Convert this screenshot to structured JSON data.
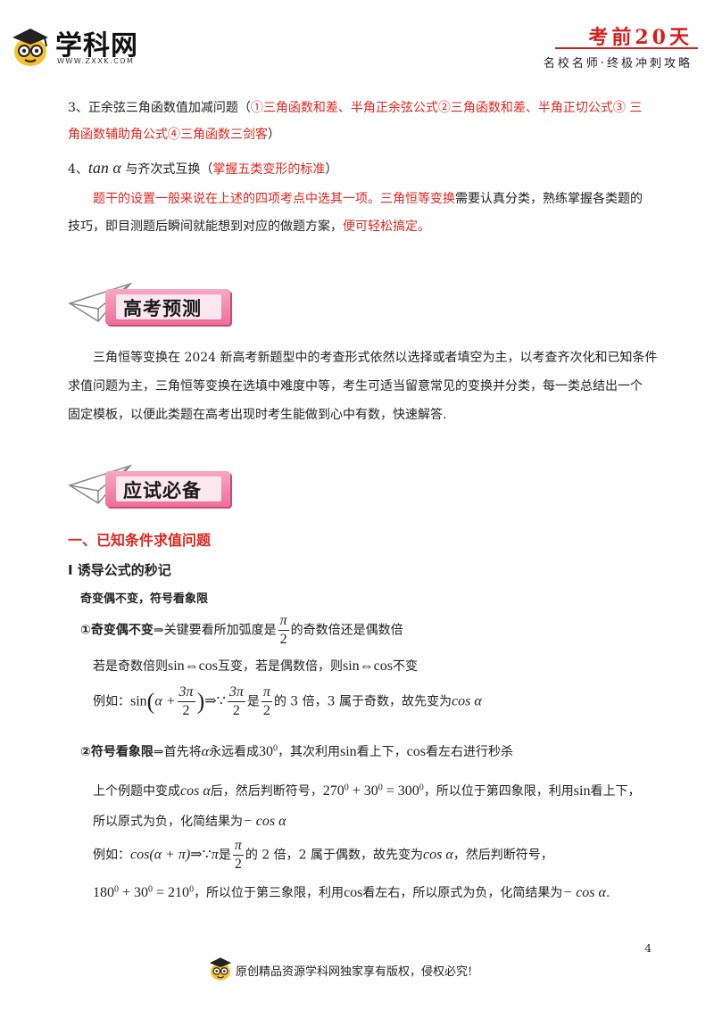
{
  "header": {
    "logo_text": "学科网",
    "logo_url": "WWW.ZXXK.COM",
    "title": "考前20天",
    "subtitle": "名校名师·终极冲刺攻略"
  },
  "item3": {
    "prefix": "3、正余弦三角函数值加减问题（",
    "red1": "①三角函数和差、半角正余弦公式②三角函数和差、半角正切公式③ 三",
    "red2": "角函数辅助角公式④三角函数三剑客",
    "suffix": "）"
  },
  "item4": {
    "prefix": "4、",
    "math": "tan α",
    "mid": " 与齐次式互换（",
    "red": "掌握五类变形的标准",
    "suffix": "）"
  },
  "intro": {
    "red_a": "题干的设置一般来说在上述的四项考点中选其一项。三角恒等变换",
    "black_a": "需要认真分类，熟练掌握各类题的",
    "black_b": "技巧，即目测题后瞬间就能想到对应的做题方案，",
    "red_b": "便可轻松搞定。"
  },
  "section_forecast": {
    "banner": "高考预测",
    "line1": "三角恒等变换在 2024 新高考新题型中的考查形式依然以选择或者填空为主，以考查齐次化和已知条件",
    "line2": "求值问题为主，三角恒等变换在选填中难度中等，考生可适当留意常见的变换并分类，每一类总结出一个",
    "line3": "固定模板，以便此类题在高考出现时考生能做到心中有数，快速解答."
  },
  "section_exam": {
    "banner": "应试必备",
    "heading1": "一、已知条件求值问题",
    "heading2": "I 诱导公式的秒记",
    "heading3": "奇变偶不变，符号看象限",
    "p1": {
      "bold": "①奇变偶不变",
      "text_a": "⇒关键要看所加弧度是",
      "frac_num": "π",
      "frac_den": "2",
      "text_b": "的奇数倍还是偶数倍"
    },
    "p2": {
      "a": "若是奇数倍则",
      "sin": "sin",
      "iff": "⇔",
      "cos": "cos",
      "b": "互变，若是偶数倍，则",
      "c": "不变"
    },
    "p3": {
      "label": "例如：",
      "sin": "sin",
      "alpha_plus": "α +",
      "num": "3π",
      "den": "2",
      "arrow": "⇒∵",
      "is": "是",
      "num2": "π",
      "den2": "2",
      "rest": "的 3 倍，3 属于奇数，故先变为",
      "cos_alpha": "cos α"
    },
    "p4": {
      "bold": "②符号看象限",
      "a": "⇒首先将",
      "alpha": "α",
      "b": "永远看成",
      "deg30": "30",
      "sup0": "0",
      "c": "，其次利用",
      "sin": "sin",
      "d": "看上下，",
      "cos": "cos",
      "e": "看左右进行秒杀"
    },
    "p5": {
      "a": "上个例题中变成",
      "cos_alpha": "cos α",
      "b": "后，然后判断符号，",
      "eq_a": "270",
      "eq_b": " + 30",
      "eq_c": " = 300",
      "sup0": "0",
      "c": "，所以位于第四象限，利用",
      "sin": "sin",
      "d": "看上下，"
    },
    "p6": {
      "a": "所以原式为负，化简结果为",
      "res": "− cos α"
    },
    "p7": {
      "label": "例如：",
      "expr": "cos(α + π)",
      "arrow": "⇒∵",
      "pi": "π",
      "is": "是",
      "num": "π",
      "den": "2",
      "a": "的 2 倍，2 属于偶数，故先变为",
      "cos_alpha": "cos α",
      "b": "，然后判断符号，"
    },
    "p8": {
      "eq_a": "180",
      "eq_b": " + 30",
      "eq_c": " = 210",
      "sup0": "0",
      "a": "，所以位于第三象限，利用",
      "cos": "cos",
      "b": "看左右，所以原式为负，化简结果为",
      "res": "− cos α",
      "end": "."
    }
  },
  "footer": {
    "page_number": "4",
    "copyright": "原创精品资源学科网独家享有版权，侵权必究!"
  },
  "colors": {
    "accent_red": "#e0261e",
    "banner_pink": "#ef6f99"
  }
}
